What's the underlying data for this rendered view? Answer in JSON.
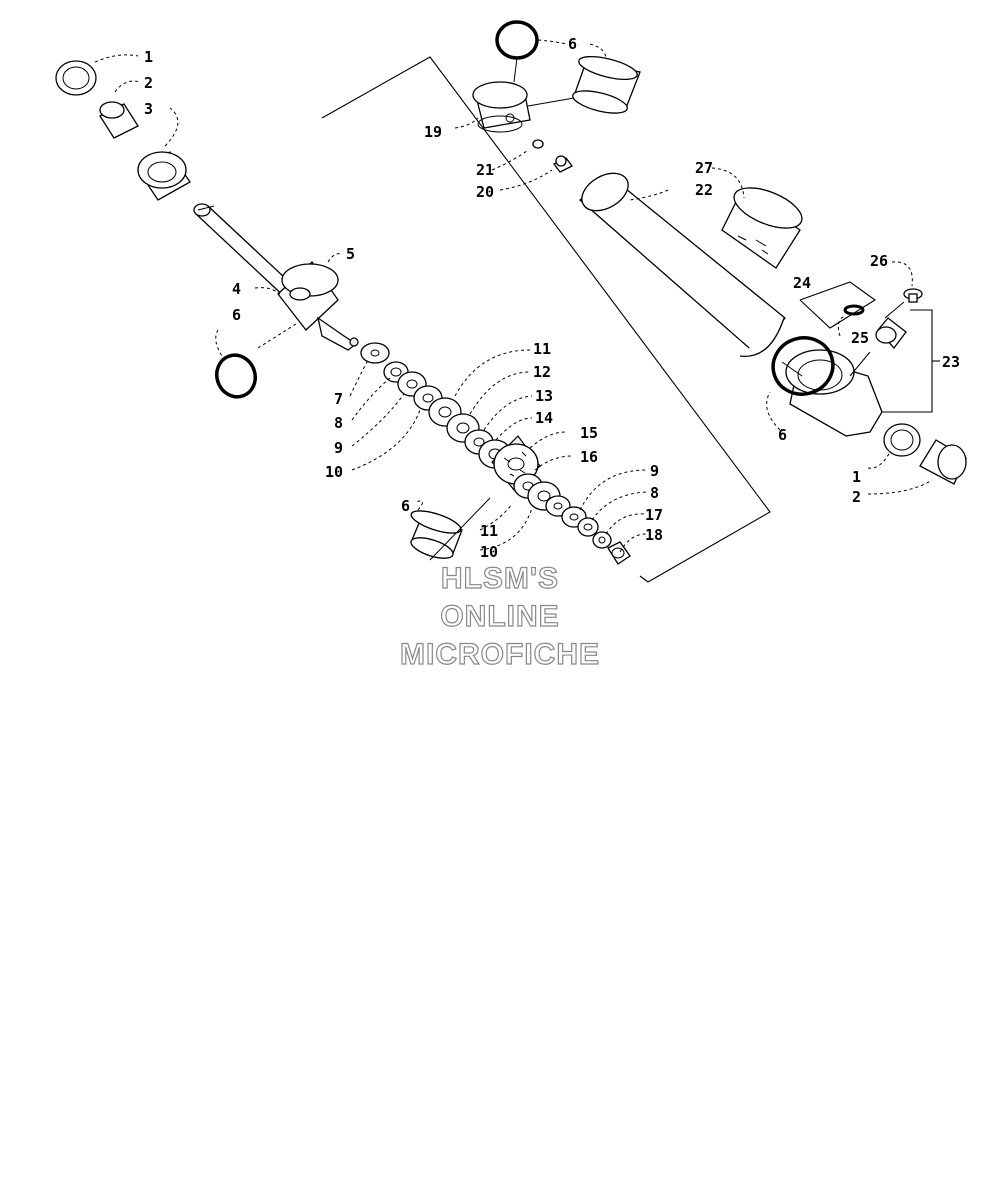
{
  "callouts": {
    "c1": "1",
    "c2": "2",
    "c3": "3",
    "c4": "4",
    "c5": "5",
    "c6": "6",
    "c7": "7",
    "c8": "8",
    "c9": "9",
    "c10": "10",
    "c11": "11",
    "c12": "12",
    "c13": "13",
    "c14": "14",
    "c15": "15",
    "c16": "16",
    "c17": "17",
    "c18": "18",
    "c19": "19",
    "c20": "20",
    "c21": "21",
    "c22": "22",
    "c23": "23",
    "c24": "24",
    "c25": "25",
    "c26": "26",
    "c27": "27"
  },
  "watermark": {
    "line1": "HLSM'S",
    "line2": "ONLINE",
    "line3": "MICROFICHE"
  }
}
